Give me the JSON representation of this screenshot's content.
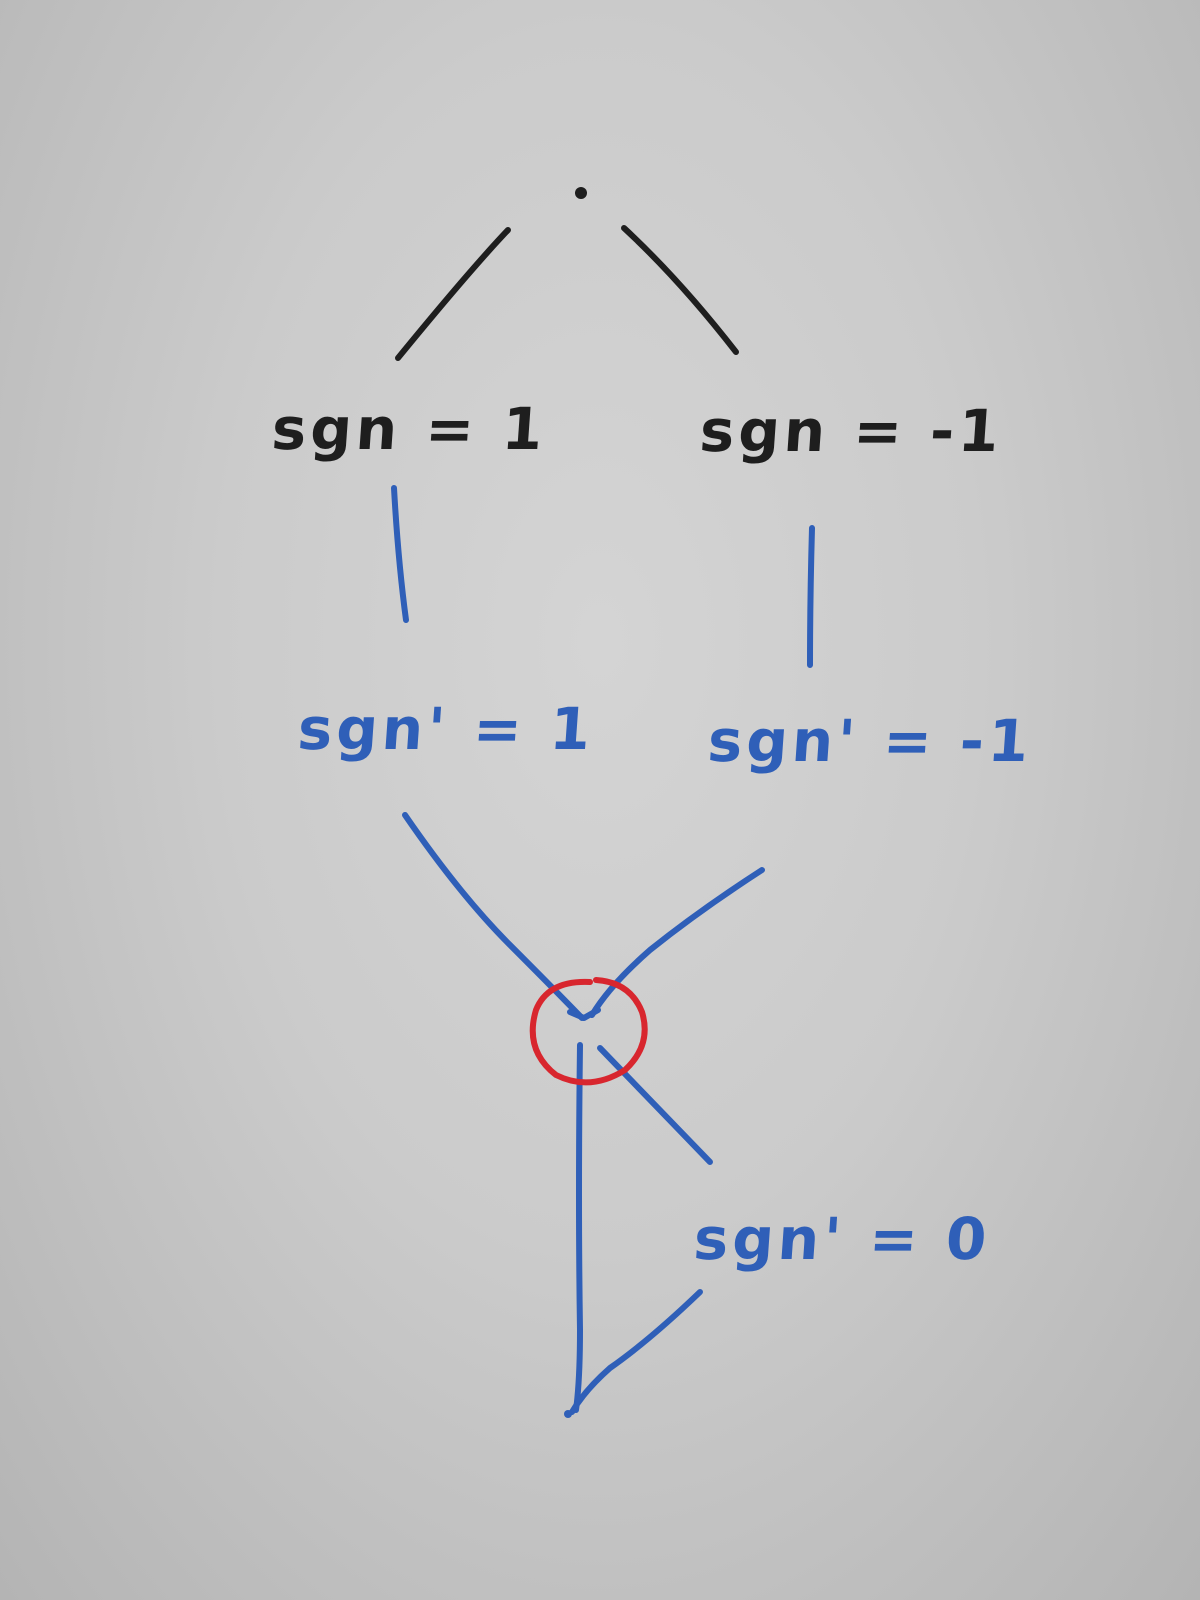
{
  "nodes": {
    "sgn_pos": {
      "text": "sgn = 1"
    },
    "sgn_neg": {
      "text": "sgn = -1"
    },
    "sgnp_pos": {
      "text": "sgn' = 1"
    },
    "sgnp_neg": {
      "text": "sgn' = -1"
    },
    "sgnp_zero": {
      "text": "sgn' = 0"
    }
  },
  "colors": {
    "black_ink": "#1e1e1e",
    "blue_ink": "#2f5fb8",
    "red_ink": "#d8262e",
    "board": "#c9c9c9"
  }
}
